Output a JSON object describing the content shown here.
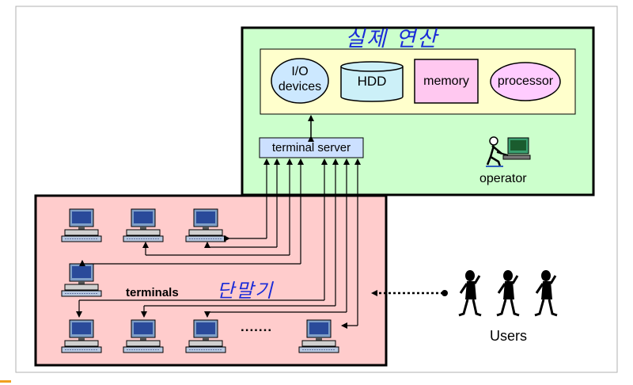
{
  "title": "실제 연산",
  "components": {
    "io": "I/O devices",
    "hdd": "HDD",
    "memory": "memory",
    "processor": "processor"
  },
  "terminal_server": "terminal server",
  "operator": "operator",
  "terminals_label": "terminals",
  "terminals_korean": "단말기",
  "dots": ".......",
  "users": "Users",
  "colors": {
    "host_fill": "#ccffcc",
    "components_fill": "#ffffcc",
    "terminals_fill": "#ffcccc",
    "io_fill": "#cce8ff",
    "hdd_fill": "#ccf0f8",
    "memory_fill": "#ffc8f0",
    "processor_fill": "#ffccff",
    "server_fill": "#cce0ff",
    "handwriting": "#1a2bd8"
  }
}
